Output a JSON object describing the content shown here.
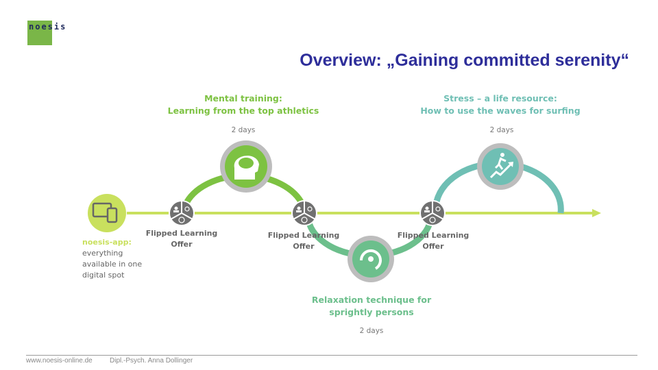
{
  "logo": {
    "text": "noesis"
  },
  "title": "Overview: „Gaining committed serenity“",
  "modules": [
    {
      "heading": [
        "Mental training:",
        "Learning from the top athletics"
      ],
      "duration": "2 days",
      "icon": "brain-icon",
      "color": "#7dc242"
    },
    {
      "heading": [
        "Relaxation technique for",
        "sprightly persons"
      ],
      "duration": "2 days",
      "icon": "relax-cycle-icon",
      "color": "#6cbf8c"
    },
    {
      "heading": [
        "Stress – a life resource:",
        "How to use the waves for surfing"
      ],
      "duration": "2 days",
      "icon": "runner-stairs-icon",
      "color": "#6fbfb4"
    }
  ],
  "flipped": [
    {
      "l1": "Flipped Learning",
      "l2": "Offer"
    },
    {
      "l1": "Flipped Learning",
      "l2": "Offer"
    },
    {
      "l1": "Flipped Learning",
      "l2": "Offer"
    }
  ],
  "app": {
    "label": "noesis-app:",
    "lines": [
      "everything",
      "available in one",
      "digital spot"
    ]
  },
  "footer": {
    "website": "www.noesis-online.de",
    "author": "Dipl.-Psych. Anna Dollinger"
  },
  "colors": {
    "timeline": "#c9e05e",
    "title": "#2e2e9a",
    "node": "#707070",
    "ring": "#bdbdbd"
  }
}
